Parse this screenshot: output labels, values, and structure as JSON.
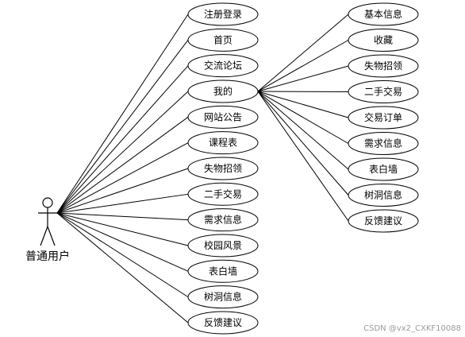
{
  "actor": {
    "label": "普通用户"
  },
  "use_cases": [
    {
      "id": "register",
      "label": "注册登录"
    },
    {
      "id": "home",
      "label": "首页"
    },
    {
      "id": "forum",
      "label": "交流论坛"
    },
    {
      "id": "mine",
      "label": "我的"
    },
    {
      "id": "notice",
      "label": "网站公告"
    },
    {
      "id": "schedule",
      "label": "课程表"
    },
    {
      "id": "lost-found",
      "label": "失物招领"
    },
    {
      "id": "second-hand",
      "label": "二手交易"
    },
    {
      "id": "demand",
      "label": "需求信息"
    },
    {
      "id": "scenery",
      "label": "校园风景"
    },
    {
      "id": "confession",
      "label": "表白墙"
    },
    {
      "id": "tree-hole",
      "label": "树洞信息"
    },
    {
      "id": "feedback",
      "label": "反馈建议"
    }
  ],
  "sub_use_cases": [
    {
      "id": "basic-info",
      "label": "基本信息"
    },
    {
      "id": "favorites",
      "label": "收藏"
    },
    {
      "id": "lost-found",
      "label": "失物招领"
    },
    {
      "id": "second-hand",
      "label": "二手交易"
    },
    {
      "id": "trade-order",
      "label": "交易订单"
    },
    {
      "id": "demand",
      "label": "需求信息"
    },
    {
      "id": "confession",
      "label": "表白墙"
    },
    {
      "id": "tree-hole",
      "label": "树洞信息"
    },
    {
      "id": "feedback",
      "label": "反馈建议"
    }
  ],
  "watermark": "CSDN @vx2_CXKF10088"
}
